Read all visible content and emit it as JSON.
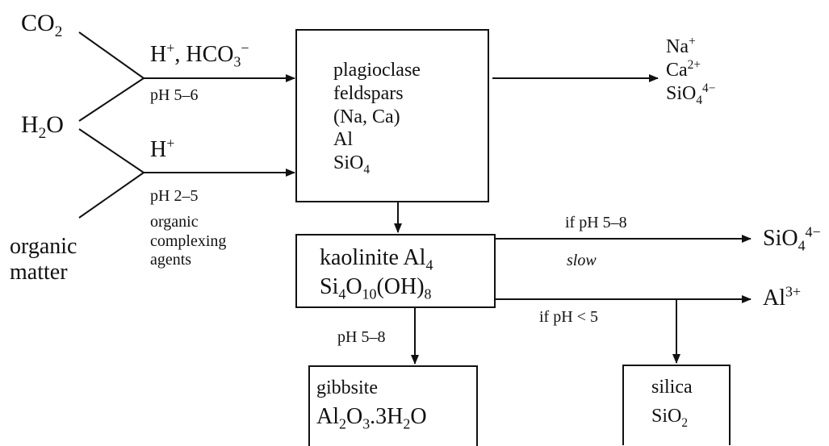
{
  "inputs": {
    "co2": "CO",
    "co2_sub": "2",
    "h2o_h": "H",
    "h2o_sub": "2",
    "h2o_o": "O",
    "organic_line1": "organic",
    "organic_line2": "matter"
  },
  "upper_path": {
    "reagent_h": "H",
    "reagent_h_sup": "+",
    "reagent_hco": ", HCO",
    "reagent_hco_sub": "3",
    "reagent_hco_sup": "−",
    "ph": "pH 5–6"
  },
  "lower_path": {
    "reagent_h": "H",
    "reagent_h_sup": "+",
    "ph": "pH 2–5",
    "agents_line1": "organic",
    "agents_line2": "complexing",
    "agents_line3": "agents"
  },
  "plagioclase_box": {
    "line1": "plagioclase",
    "line2": "feldspars",
    "line3": "(Na, Ca)",
    "line4": "Al",
    "line5": "SiO",
    "line5_sub": "4"
  },
  "released_ions": {
    "na": "Na",
    "na_sup": "+",
    "ca": "Ca",
    "ca_sup": "2+",
    "sio": "SiO",
    "sio_sub": "4",
    "sio_sup": "4−"
  },
  "kaolinite_box": {
    "line1": "kaolinite Al",
    "line1_sub": "4",
    "si": "Si",
    "si_sub": "4",
    "o": "O",
    "o_sub": "10",
    "oh": "(OH)",
    "oh_sub": "8"
  },
  "kaolinite_outputs": {
    "upper_condition": "if pH 5–8",
    "upper_rate": "slow",
    "upper_product": "SiO",
    "upper_product_sub": "4",
    "upper_product_sup": "4−",
    "lower_condition": "if pH < 5",
    "lower_product": "Al",
    "lower_product_sup": "3+"
  },
  "gibbsite_branch": {
    "ph": "pH 5–8",
    "line1": "gibbsite",
    "al": "Al",
    "al_sub": "2",
    "o": "O",
    "o_sub": "3",
    "h2o": ".3H",
    "h2o_sub": "2",
    "h2o_o": "O"
  },
  "silica_box": {
    "line1": "silica",
    "line2": "SiO",
    "line2_sub": "2"
  }
}
